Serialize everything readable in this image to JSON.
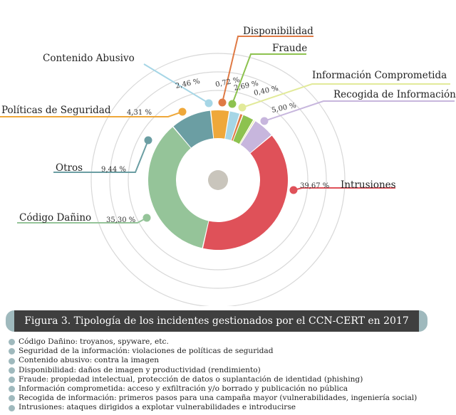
{
  "chart_data": {
    "type": "pie",
    "title": "",
    "slices": [
      {
        "name": "Intrusiones",
        "value": 39.67,
        "label": "39,67 %",
        "color": "#df5159"
      },
      {
        "name": "Código Dañino",
        "value": 35.3,
        "label": "35,30 %",
        "color": "#95c499"
      },
      {
        "name": "Otros",
        "value": 9.44,
        "label": "9,44 %",
        "color": "#6b9ea3"
      },
      {
        "name": "Políticas de Seguridad",
        "value": 4.31,
        "label": "4,31 %",
        "color": "#efa83a"
      },
      {
        "name": "Contenido Abusivo",
        "value": 2.46,
        "label": "2,46 %",
        "color": "#a6d6e6"
      },
      {
        "name": "Disponibilidad",
        "value": 0.72,
        "label": "0,72 %",
        "color": "#df7a45"
      },
      {
        "name": "Fraude",
        "value": 2.69,
        "label": "2,69 %",
        "color": "#8dc24f"
      },
      {
        "name": "Información Comprometida",
        "value": 0.4,
        "label": "0,40 %",
        "color": "#e2ea9a"
      },
      {
        "name": "Recogida de Información",
        "value": 5.0,
        "label": "5,00 %",
        "color": "#c7b6dd"
      }
    ]
  },
  "caption": "Figura 3. Tipología de los incidentes gestionados por el CCN-CERT en 2017",
  "legend": [
    {
      "term": "Código Dañino:",
      "desc": "troyanos, spyware, etc."
    },
    {
      "term": "Seguridad de la información:",
      "desc": "violaciones de políticas de seguridad"
    },
    {
      "term": "Contenido abusivo:",
      "desc": "contra la imagen"
    },
    {
      "term": "Disponibilidad:",
      "desc": "daños de imagen y productividad (rendimiento)"
    },
    {
      "term": "Fraude:",
      "desc": "propiedad intelectual, protección de datos o suplantación de identidad (phishing)"
    },
    {
      "term": "Información comprometida:",
      "desc": "acceso y exfiltración y/o borrado y publicación no pública"
    },
    {
      "term": "Recogida de información:",
      "desc": "primeros pasos para una campaña mayor (vulnerabilidades, ingeniería social)"
    },
    {
      "term": "Intrusiones:",
      "desc": "ataques dirigidos a explotar vulnerabilidades e introducirse"
    }
  ],
  "colors": {
    "caption_bg": "#3f3f3f",
    "accent": "#9fb9bd",
    "guide_rings": "#d8d8d8",
    "center": "#c9c5bc"
  }
}
